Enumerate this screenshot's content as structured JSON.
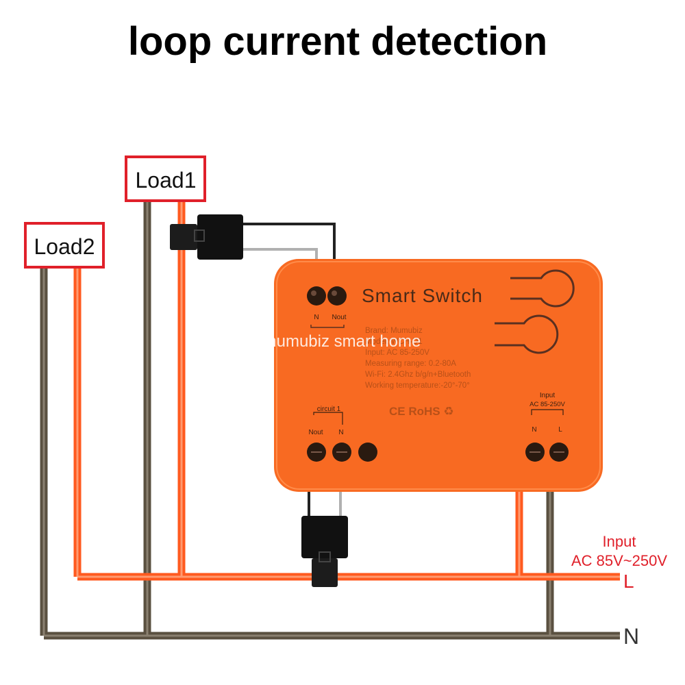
{
  "title": "loop current detection",
  "loads": {
    "load1": "Load1",
    "load2": "Load2"
  },
  "device": {
    "name": "Smart Switch",
    "top_terminal_labels": {
      "n": "N",
      "nout": "Nout"
    },
    "specs": [
      "Brand: Mumubiz",
      "Model: WCH-D1",
      "Input: AC 85-250V",
      "Measuring range:  0.2-80A",
      "Wi-Fi: 2.4Ghz b/g/n+Bluetooth",
      "Working temperature:-20°-70°"
    ],
    "certifications": "CE  RoHS  ♻",
    "circuit_label": "circuit 1",
    "circuit_terminal_labels": {
      "nout": "Nout",
      "n": "N"
    },
    "input_label": "Input",
    "input_voltage": "AC 85-250V",
    "input_terminal_labels": {
      "n": "N",
      "l": "L"
    }
  },
  "watermark": "mumubiz smart home",
  "supply": {
    "input_label": "Input",
    "input_voltage": "AC 85V~250V",
    "line_label": "L",
    "neutral_label": "N"
  },
  "colors": {
    "live_wire": "#ff5a1f",
    "neutral_wire": "#5a5040",
    "device_body": "#f86a22",
    "red_label": "#e0202a",
    "box_border": "#e0202a"
  },
  "icons": [
    "button-icon",
    "screw-terminal-icon",
    "current-clamp-icon"
  ]
}
